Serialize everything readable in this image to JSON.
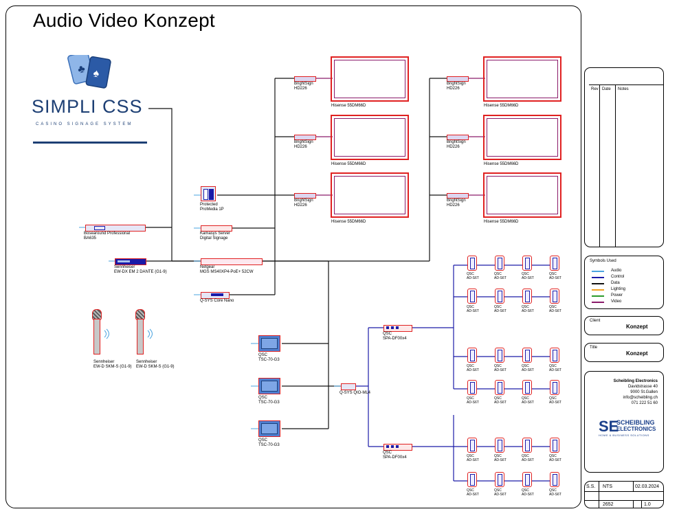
{
  "title": "Audio Video Konzept",
  "logo": {
    "name": "SIMPLI CSS",
    "tagline": "CASINO SIGNAGE SYSTEM"
  },
  "colors": {
    "audio": "#4aa3df",
    "control": "#1a1aa8",
    "data": "#111111",
    "lighting": "#f0a020",
    "power": "#2a9a2a",
    "video": "#8a1a6a",
    "frame_red": "#e02020"
  },
  "devices": {
    "displays": [
      "Hisense 55DM66D",
      "Hisense 55DM66D",
      "Hisense 55DM66D",
      "Hisense 55DM66D",
      "Hisense 55DM66D",
      "Hisense 55DM66D"
    ],
    "brightsign": [
      "BrightSign HD226",
      "BrightSign HD226",
      "BrightSign HD226",
      "BrightSign HD226",
      "BrightSign HD226",
      "BrightSign HD226"
    ],
    "protected": [
      "Protected",
      "ProMedia 1P"
    ],
    "ks_server": [
      "Kamasys Server",
      "Digital Signage"
    ],
    "bose": [
      "Bosearound Professional",
      "BA635"
    ],
    "sennheiser": [
      "Sennheiser",
      "EW-DX EM 2 DANTE (G1-9)"
    ],
    "mixer": [
      "Netgear",
      "MGS MS40XP4-PoE+ 52CW"
    ],
    "qsys_core": [
      "Q-SYS Core Nano"
    ],
    "touch": [
      [
        "QSC",
        "TSC-70-G3"
      ],
      [
        "QSC",
        "TSC-70-G3"
      ],
      [
        "QSC",
        "TSC-70-G3"
      ]
    ],
    "qio": [
      "Q-SYS QIO-ML4"
    ],
    "spa": [
      [
        "QSC",
        "SPA-DF00x4"
      ],
      [
        "QSC",
        "SPA-DF00x4"
      ]
    ],
    "speaker": [
      "QSC",
      "AD-S6T"
    ],
    "mics": [
      [
        "Sennheiser",
        "EW-D SKM-S (G1-9)"
      ],
      [
        "Sennheiser",
        "EW-D SKM-S (G1-9)"
      ]
    ]
  },
  "revision": {
    "headers": [
      "Rev",
      "Date",
      "Notes"
    ]
  },
  "legend": {
    "title": "Symbols Used",
    "items": [
      "Audio",
      "Control",
      "Data",
      "Lighting",
      "Power",
      "Video"
    ]
  },
  "client": {
    "label": "Client",
    "value": "Konzept"
  },
  "doc_title": {
    "label": "Title",
    "value": "Konzept"
  },
  "company": {
    "name": "Scheibling Electronics",
    "street": "Davidstrasse 40",
    "city": "9000 St.Gallen",
    "email": "info@scheibling.ch",
    "phone": "071 222 51 60",
    "logo_line1": "SCHEIBLING",
    "logo_line2": "ELECTRONICS",
    "logo_line3": "HOME & BUSINESS SOLUTIONS"
  },
  "info": {
    "drawn_by": "S.S.",
    "scale": "NTS",
    "date": "02.03.2024",
    "drawing_no": "2652",
    "rev": "1.0"
  }
}
